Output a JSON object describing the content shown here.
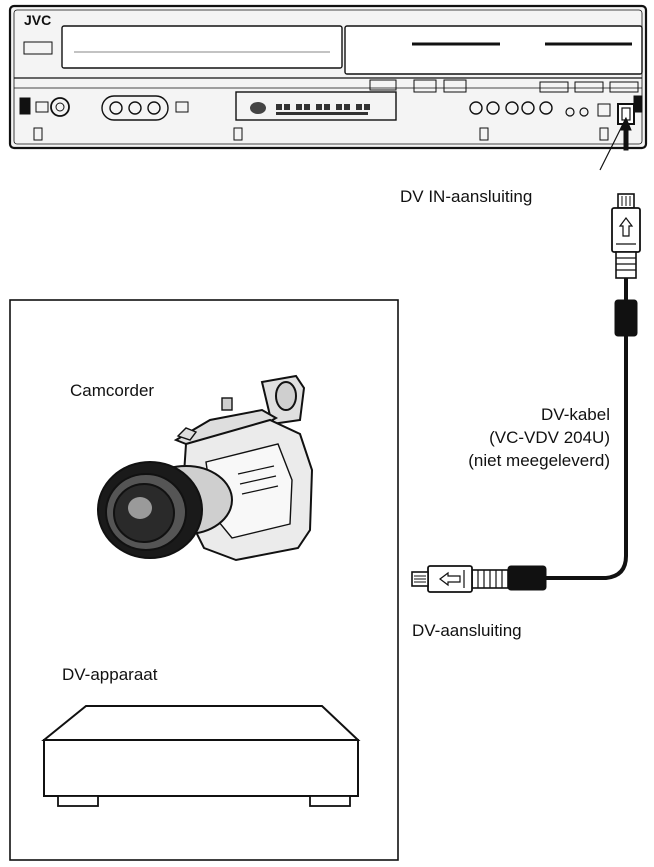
{
  "device": {
    "brand": "JVC"
  },
  "labels": {
    "dv_in_connector": "DV IN-aansluiting",
    "camcorder": "Camcorder",
    "dv_cable_line1": "DV-kabel",
    "dv_cable_line2": "(VC-VDV 204U)",
    "dv_cable_line3": "(niet meegeleverd)",
    "dv_connector": "DV-aansluiting",
    "dv_device": "DV-apparaat"
  },
  "colors": {
    "line": "#111111",
    "device_fill": "#f2f2f2",
    "panel_fill": "#e6e6e6",
    "cable": "#111111"
  }
}
